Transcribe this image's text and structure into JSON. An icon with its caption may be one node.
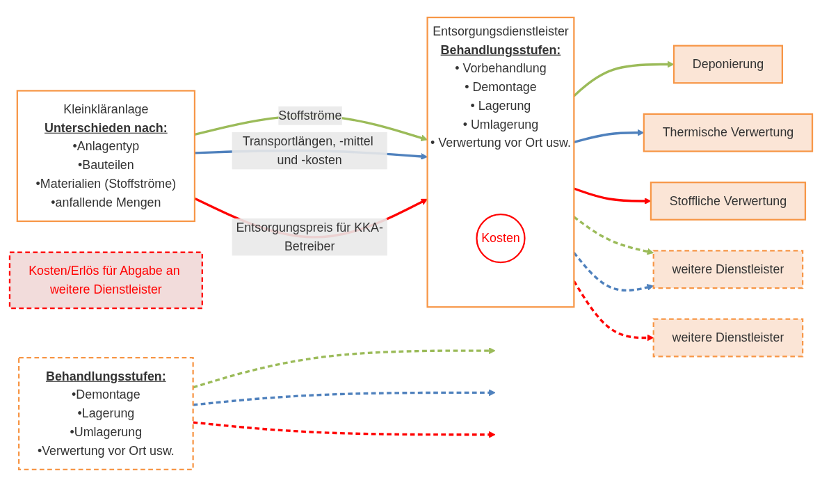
{
  "diagram": {
    "nodes": [
      {
        "text": [
          "Kleinkläranlage",
          "Unterschieden nach:",
          "•Anlagentyp",
          "•Bauteilen",
          "•Materialien (Stoffströme)",
          "•anfallende Mengen"
        ]
      },
      {
        "text": [
          "Entsorgungsdienstleister",
          "Behandlungsstufen:",
          "• Vorbehandlung",
          "• Demontage",
          "• Lagerung",
          "• Umlagerung",
          "• Verwertung vor Ort usw."
        ]
      },
      {
        "text": [
          "Kosten"
        ],
        "in": 1
      },
      {
        "text": [
          "Deponierung"
        ]
      },
      {
        "text": [
          "Thermische Verwertung"
        ]
      },
      {
        "text": [
          "Stoffliche Verwertung"
        ]
      },
      {
        "text": [
          "Kosten/Erlös für Abgabe an weitere Dienstleister"
        ]
      },
      {
        "text": [
          "weitere Dienstleister"
        ]
      },
      {
        "text": [
          "weitere Dienstleister"
        ]
      },
      {
        "text": [
          "Behandlungsstufen:",
          "•Demontage",
          "•Lagerung",
          "•Umlagerung",
          "•Verwertung vor Ort usw."
        ]
      }
    ],
    "edges": [
      {
        "from": 0,
        "to": 1,
        "arrow": "to",
        "label": "Stoffströme",
        "color": "#9bbb59"
      },
      {
        "from": 0,
        "to": 1,
        "arrow": "to",
        "label": "Transportlängen, -mittel und -kosten",
        "color": "#4f81bd"
      },
      {
        "from": 0,
        "to": 1,
        "arrow": "to",
        "label": "Entsorgungspreis für KKA-Betreiber",
        "color": "#ff0000"
      },
      {
        "from": 1,
        "to": 3,
        "arrow": "to",
        "color": "#9bbb59"
      },
      {
        "from": 1,
        "to": 4,
        "arrow": "to",
        "color": "#4f81bd"
      },
      {
        "from": 1,
        "to": 5,
        "arrow": "to",
        "color": "#ff0000"
      },
      {
        "from": 1,
        "to": 7,
        "arrow": "to",
        "style": "dashed",
        "color": "#9bbb59"
      },
      {
        "from": 1,
        "to": 7,
        "arrow": "to",
        "style": "dashed",
        "color": "#4f81bd"
      },
      {
        "from": 1,
        "to": 8,
        "arrow": "to",
        "style": "dashed",
        "color": "#ff0000"
      },
      {
        "from": 9,
        "to": null,
        "arrow": "to",
        "style": "dashed",
        "color": "#9bbb59"
      },
      {
        "from": 9,
        "to": null,
        "arrow": "to",
        "style": "dashed",
        "color": "#4f81bd"
      },
      {
        "from": 9,
        "to": null,
        "arrow": "to",
        "style": "dashed",
        "color": "#ff0000"
      }
    ]
  }
}
